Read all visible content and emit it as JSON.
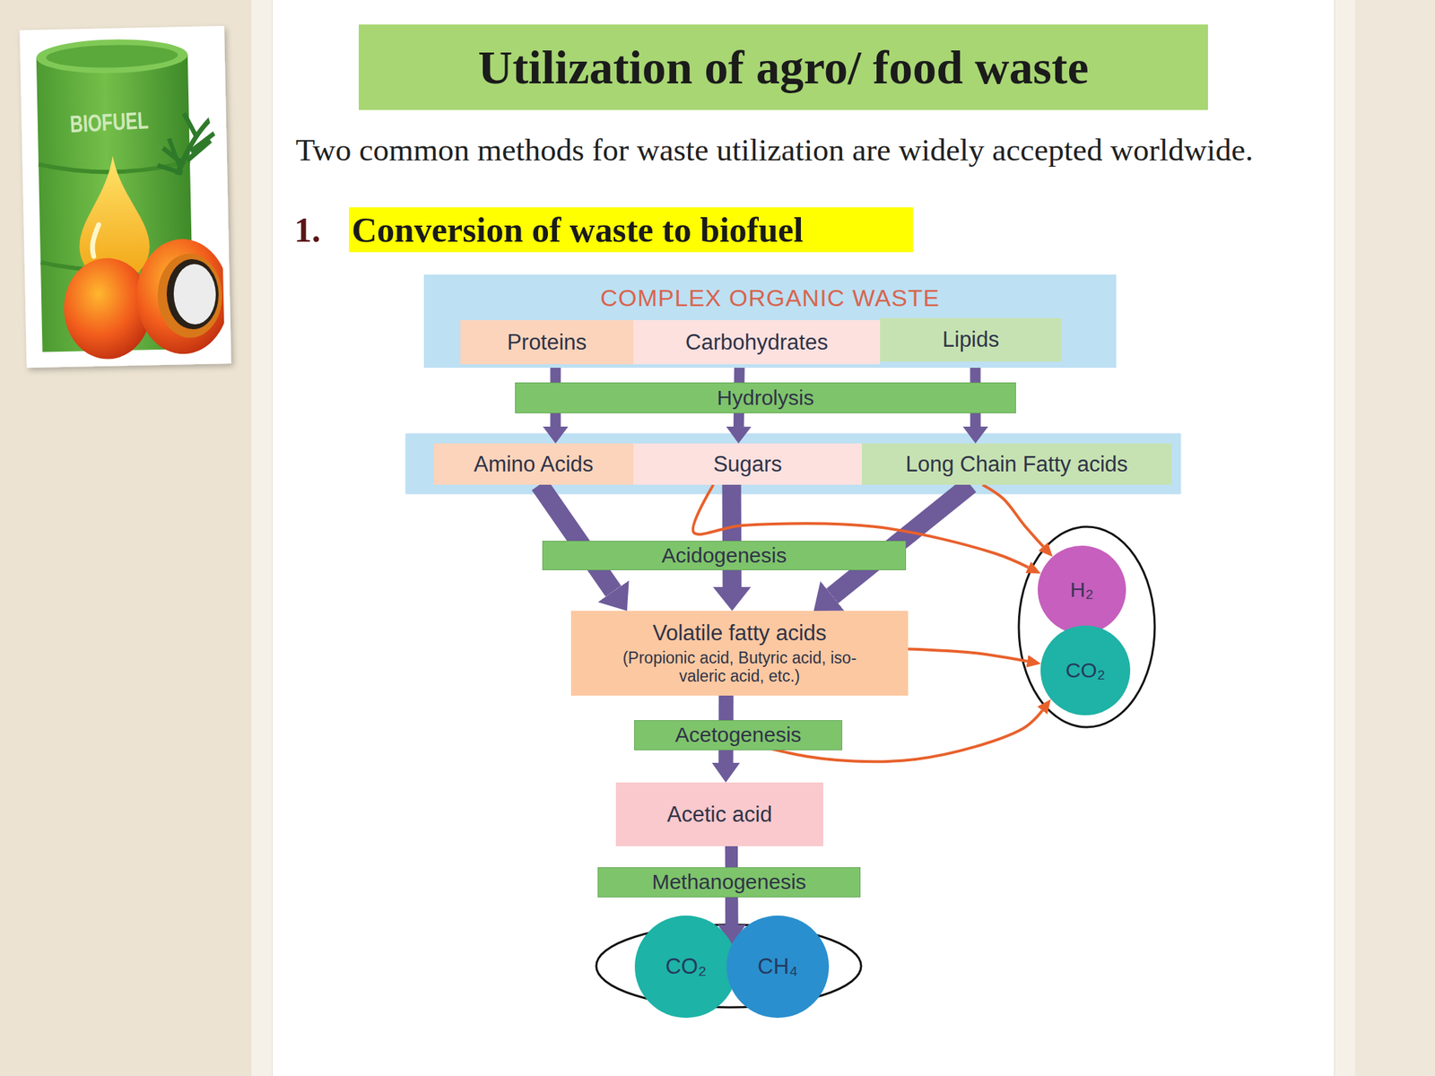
{
  "diagram": {
    "title": "Utilization of agro/ food waste",
    "nodes": [
      {
        "text": [
          "COMPLEX ORGANIC WASTE"
        ]
      },
      {
        "text": [
          "Proteins"
        ],
        "in": 0
      },
      {
        "text": [
          "Carbohydrates"
        ],
        "in": 0
      },
      {
        "text": [
          "Lipids"
        ],
        "in": 0
      },
      {
        "text": [
          "Hydrolysis"
        ]
      },
      {
        "text": [
          "Amino Acids"
        ]
      },
      {
        "text": [
          "Sugars"
        ]
      },
      {
        "text": [
          "Long Chain Fatty acids"
        ]
      },
      {
        "text": [
          "Acidogenesis"
        ]
      },
      {
        "text": [
          "H₂"
        ]
      },
      {
        "text": [
          "Volatile fatty acids",
          "(Propionic acid, Butyric acid, iso-valeric acid, etc.)"
        ]
      },
      {
        "text": [
          "CO₂"
        ]
      },
      {
        "text": [
          "Acetogenesis"
        ]
      },
      {
        "text": [
          "Acetic acid"
        ]
      },
      {
        "text": [
          "Methanogenesis"
        ]
      },
      {
        "text": [
          "CO₂"
        ]
      },
      {
        "text": [
          "CH₄"
        ]
      }
    ],
    "edges": [
      {
        "from": 1,
        "to": 5,
        "arrow": "to"
      },
      {
        "from": 2,
        "to": 6,
        "arrow": "to"
      },
      {
        "from": 3,
        "to": 7,
        "arrow": "to"
      },
      {
        "from": 5,
        "to": 10,
        "arrow": "to"
      },
      {
        "from": 6,
        "to": 10,
        "arrow": "to"
      },
      {
        "from": 7,
        "to": 10,
        "arrow": "to"
      },
      {
        "from": 6,
        "to": 9,
        "arrow": "to"
      },
      {
        "from": 7,
        "to": 9,
        "arrow": "to"
      },
      {
        "from": 10,
        "to": 11,
        "arrow": "to"
      },
      {
        "from": 10,
        "to": 11,
        "arrow": "to"
      },
      {
        "from": 10,
        "to": 13,
        "arrow": "to"
      },
      {
        "from": 13,
        "to": 15,
        "arrow": "to"
      },
      {
        "from": 13,
        "to": 16,
        "arrow": "to"
      }
    ],
    "labels": [
      "BIOFUEL",
      "Two common methods for waste utilization are widely accepted worldwide.",
      "1.",
      "Conversion of waste to biofuel"
    ]
  }
}
